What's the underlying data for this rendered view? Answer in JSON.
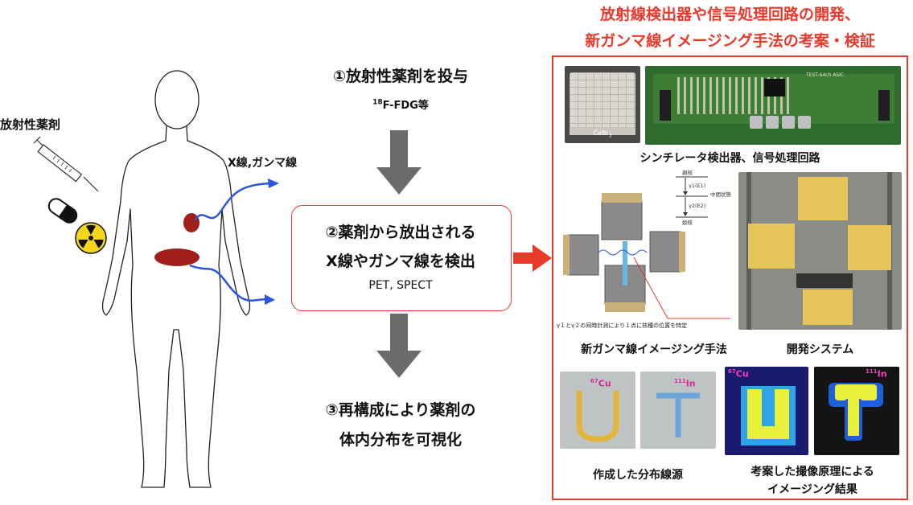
{
  "left": {
    "drug_label": "放射性薬剤",
    "rays_label": "X線,ガンマ線"
  },
  "steps": {
    "step1_title": "①放射性薬剤を投与",
    "step1_sub_sup": "18",
    "step1_sub": "F-FDG等",
    "step2_line1": "②薬剤から放出される",
    "step2_line2": "X線やガンマ線を検出",
    "step2_sub": "PET, SPECT",
    "step3_line1": "③再構成により薬剤の",
    "step3_line2": "体内分布を可視化"
  },
  "right": {
    "title_line1": "放射線検出器や信号処理回路の開発、",
    "title_line2": "新ガンマ線イメージング手法の考案・検証",
    "crystal_label": "CeBr",
    "crystal_label_sub": "3",
    "board_label": "TEST-64ch ASIC",
    "caption_detector": "シンチレータ検出器、信号処理回路",
    "decay_parent": "親核",
    "decay_gamma1": "γ1(E1)",
    "decay_mid": "中間状態",
    "decay_gamma2": "γ2(E2)",
    "decay_daughter": "娘核",
    "method_note": "γ１とγ２の同時計測により１点に核種の位置を特定",
    "caption_method": "新ガンマ線イメージング手法",
    "caption_system": "開発システム",
    "src1_label_sup": "67",
    "src1_label": "Cu",
    "src2_label_sup": "111",
    "src2_label": "In",
    "caption_sources": "作成した分布線源",
    "img1_label_sup": "67",
    "img1_label": "Cu",
    "img2_label_sup": "111",
    "img2_label": "In",
    "caption_results_line1": "考案した撮像原理による",
    "caption_results_line2": "イメージング結果"
  },
  "colors": {
    "accent_red": "#e23b2e",
    "arrow_gray": "#6b6b6b",
    "ray_blue": "#2a56e0",
    "organ_red": "#a11f1a",
    "body_outline": "#222222"
  }
}
